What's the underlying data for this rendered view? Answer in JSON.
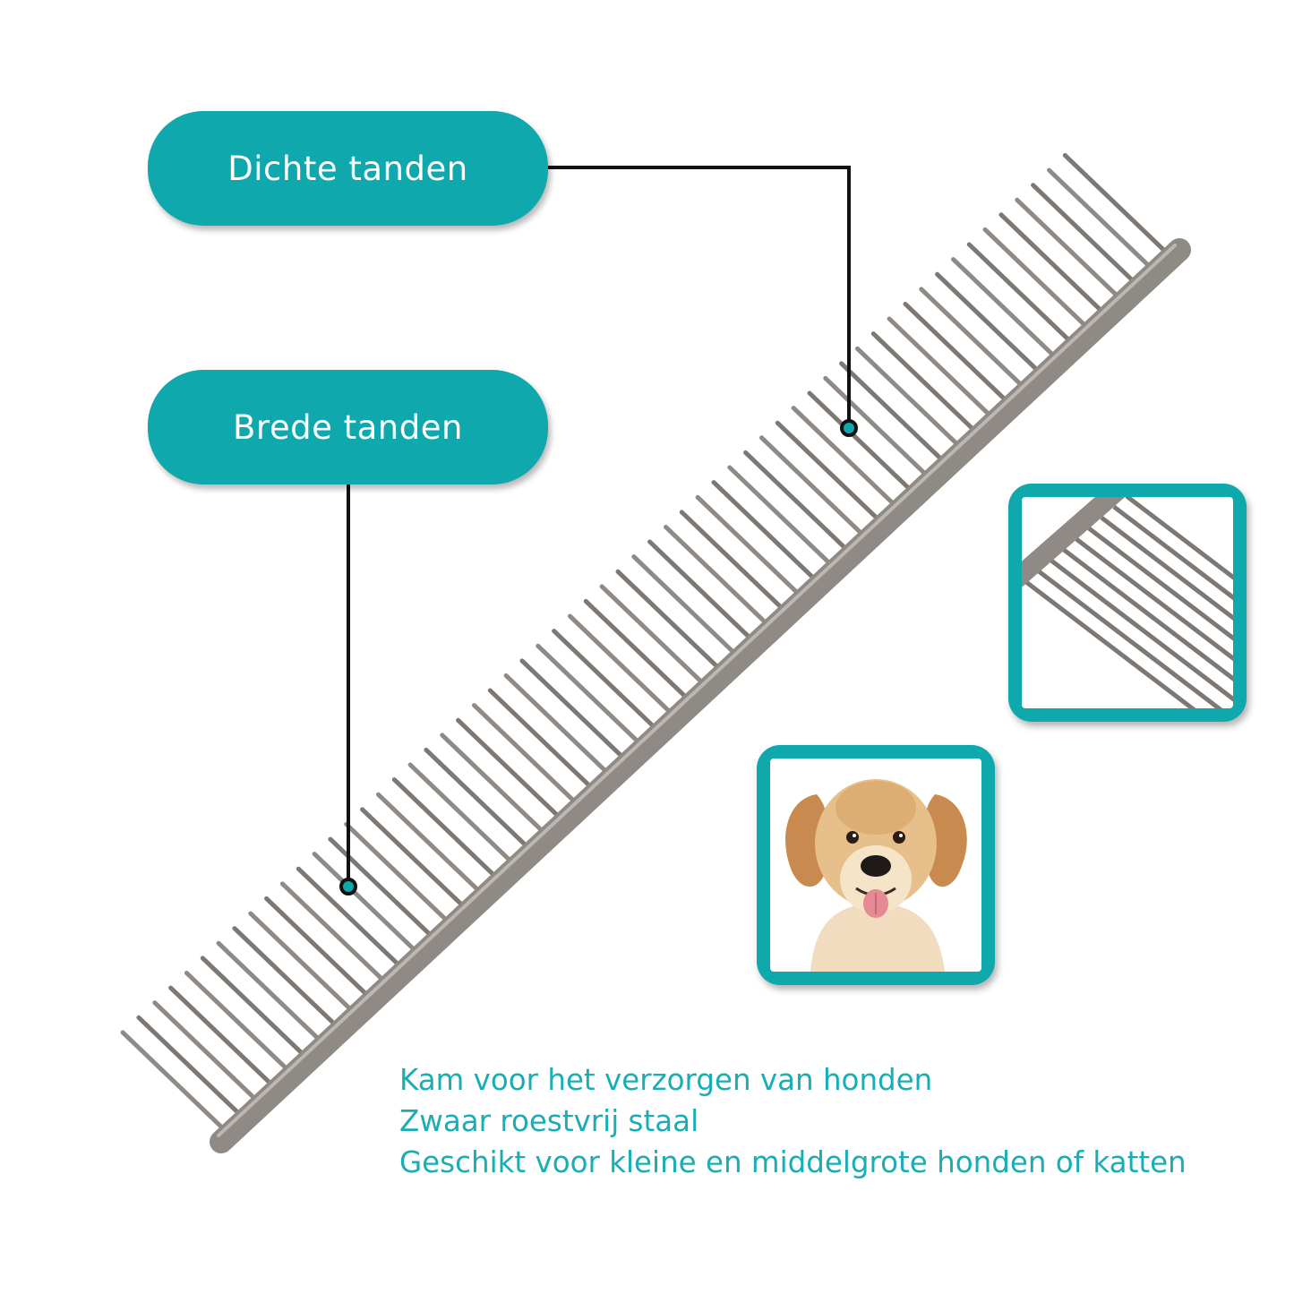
{
  "labels": {
    "dense_teeth": "Dichte tanden",
    "wide_teeth": "Brede tanden"
  },
  "icons": {
    "comb": "steel-comb-icon",
    "dog": "golden-retriever-puppy-photo",
    "detail": "comb-teeth-closeup"
  },
  "features": [
    "Kam voor het verzorgen van honden",
    "Zwaar roestvrij staal",
    "Geschikt voor kleine en middelgrote honden of katten"
  ],
  "colors": {
    "accent": "#0fa8ad",
    "feature_text": "#19aeb4",
    "pill_text": "#ffffff",
    "comb_steel": "#8f8a85",
    "leader_line": "#111111"
  }
}
